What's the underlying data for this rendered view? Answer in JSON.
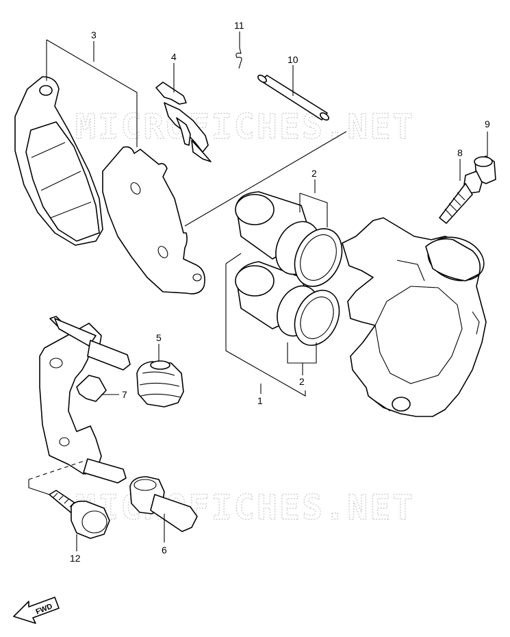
{
  "watermark": {
    "text": "MICROFICHES.NET",
    "color": "#cfcfcf"
  },
  "direction_badge": {
    "label": "FWD",
    "icon": "fwd-arrow-icon"
  },
  "callouts": [
    {
      "id": "1",
      "label": "1"
    },
    {
      "id": "2a",
      "label": "2"
    },
    {
      "id": "2b",
      "label": "2"
    },
    {
      "id": "3",
      "label": "3"
    },
    {
      "id": "4",
      "label": "4"
    },
    {
      "id": "5",
      "label": "5"
    },
    {
      "id": "6",
      "label": "6"
    },
    {
      "id": "7",
      "label": "7"
    },
    {
      "id": "8",
      "label": "8"
    },
    {
      "id": "9",
      "label": "9"
    },
    {
      "id": "10",
      "label": "10"
    },
    {
      "id": "11",
      "label": "11"
    },
    {
      "id": "12",
      "label": "12"
    }
  ]
}
